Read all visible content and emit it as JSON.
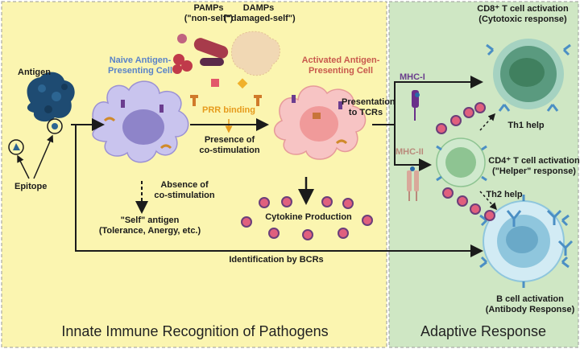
{
  "colors": {
    "innate_bg": "#fbf5b0",
    "adaptive_bg": "#cfe7c4",
    "naive_cell": "#c9c4ee",
    "activated_cell": "#f7c4c4",
    "cd8_cell": "#5a9a7f",
    "cd4_cell": "#8ec492",
    "b_cell": "#8fc6dd",
    "cytokine": "#e0607e",
    "antibody": "#4b8fc4",
    "prr_text": "#e69b1d"
  },
  "labels": {
    "antigen": "Antigen",
    "epitope": "Epitope",
    "naive_apc": [
      "Naive Antigen-",
      "Presenting Cell"
    ],
    "pamps": [
      "PAMPs",
      "(\"non-self\")"
    ],
    "damps": [
      "DAMPs",
      "(\"damaged-self\")"
    ],
    "prr_binding": "PRR binding",
    "presence_costim": [
      "Presence of",
      "co-stimulation"
    ],
    "activated_apc": [
      "Activated Antigen-",
      "Presenting Cell"
    ],
    "presentation_tcrs": [
      "Presentation",
      "to TCRs"
    ],
    "absence_costim": [
      "Absence of",
      "co-stimulation"
    ],
    "self_antigen": [
      "\"Self\" antigen",
      "(Tolerance, Anergy, etc.)"
    ],
    "cytokine_production": "Cytokine Production",
    "identification_bcrs": "Identification by BCRs",
    "mhc1": "MHC-I",
    "mhc2": "MHC-II",
    "cd8_activation": [
      "CD8⁺ T cell activation",
      "(Cytotoxic response)"
    ],
    "th1_help": "Th1 help",
    "cd4_activation": [
      "CD4⁺  T cell activation",
      "(\"Helper\" response)"
    ],
    "th2_help": "Th2 help",
    "b_activation": [
      "B cell activation",
      "(Antibody Response)"
    ],
    "innate_title": "Innate Immune Recognition of Pathogens",
    "adaptive_title": "Adaptive Response"
  },
  "icons": [
    "antigen-blob-icon",
    "epitope-icon",
    "naive-apc-icon",
    "pamps-bacteria-icon",
    "damps-debris-icon",
    "activated-apc-icon",
    "cytokine-dot-icon",
    "mhc1-receptor-icon",
    "mhc2-receptor-icon",
    "cd8-t-cell-icon",
    "cd4-t-cell-icon",
    "b-cell-icon",
    "antibody-icon"
  ]
}
